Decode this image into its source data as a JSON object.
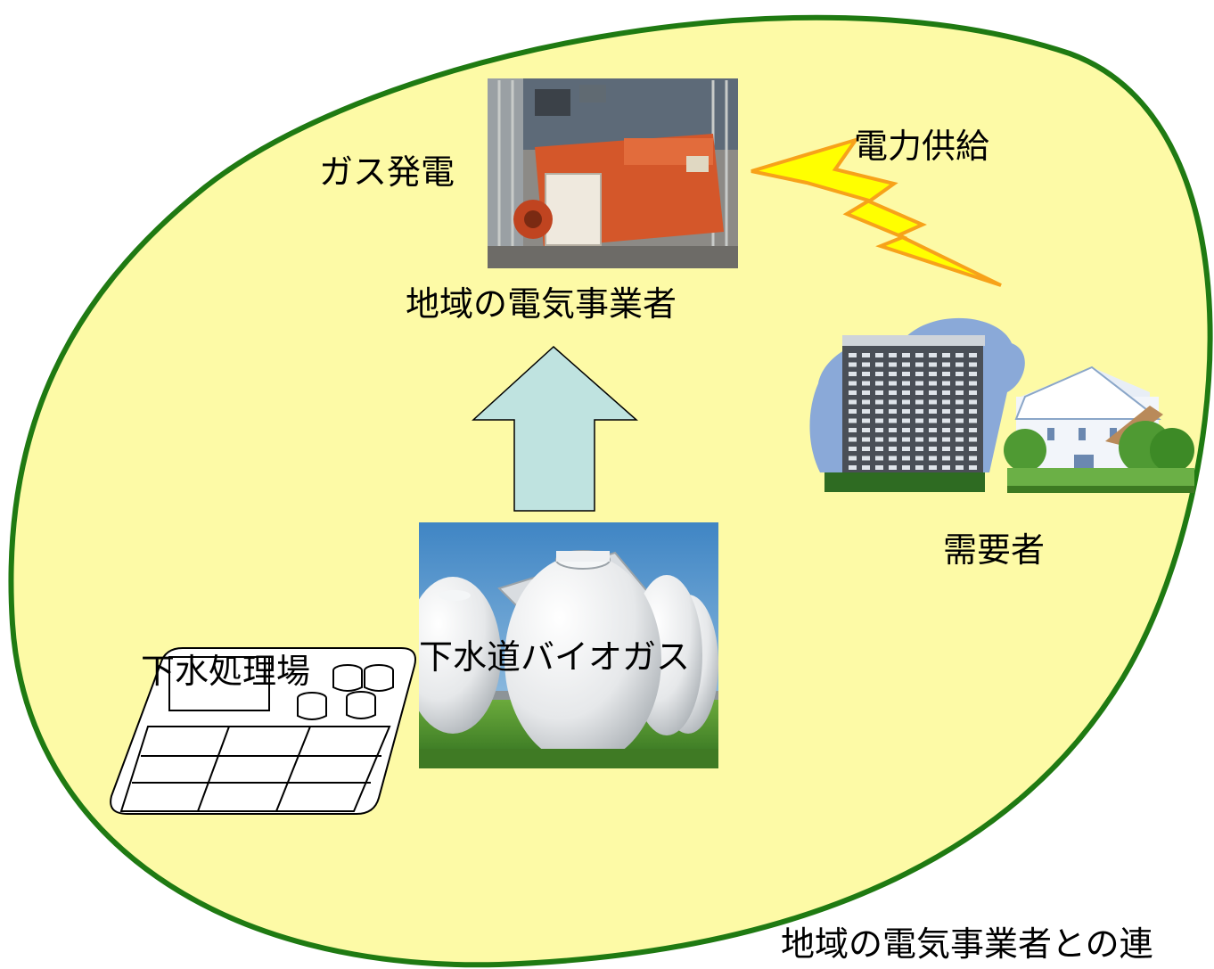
{
  "labels": {
    "gas_power": "ガス発電",
    "power_supply": "電力供給",
    "local_utility": "地域の電気事業者",
    "consumers": "需要者",
    "sewage_plant": "下水処理場",
    "sewage_biogas": "下水道バイオガス",
    "caption": "地域の電気事業者との連"
  },
  "colors": {
    "region_fill": "#fdfaa6",
    "region_stroke": "#1f7a12",
    "arrow_fill": "#bfe3e0",
    "lightning_fill": "#ffff00",
    "lightning_stroke": "#f7a21a",
    "generator_orange": "#d4572a",
    "digester_white": "#eef0f2",
    "grass_green": "#3f8a2a",
    "sky_blue": "#5a9fd2",
    "cloud_blue": "#8aa9d8"
  },
  "icons": {
    "generator": "gas-generator-photo",
    "digester": "biogas-digester-photo",
    "plant": "sewage-plant-diagram",
    "buildings": "consumer-buildings-icon",
    "bolt": "lightning-bolt-icon",
    "arrow": "up-arrow-icon"
  }
}
